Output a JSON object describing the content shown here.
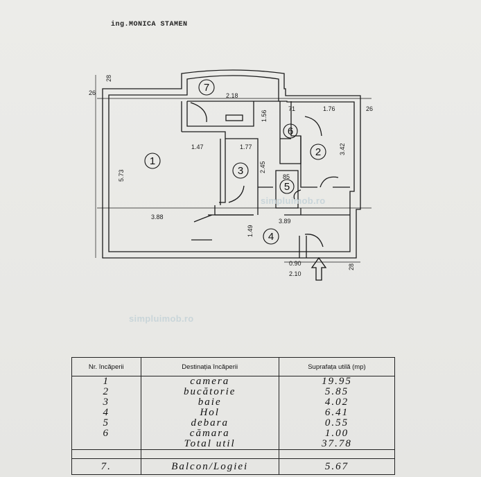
{
  "header": {
    "author": "ing.MONICA STAMEN"
  },
  "watermarks": [
    "simpluimob.ro",
    "simpluimob.ro"
  ],
  "plan": {
    "dimensions": [
      "28",
      "26",
      "2.18",
      "1.56",
      "71",
      "1.76",
      "26",
      "5.73",
      "1.47",
      "1.77",
      "2.45",
      "3.42",
      "85",
      "3.88",
      "3.89",
      "1.49",
      "0.90",
      "2.10",
      "28"
    ],
    "room_numbers": [
      "1",
      "2",
      "3",
      "4",
      "5",
      "6",
      "7"
    ],
    "entrance_icon": "arrow-up-icon"
  },
  "table": {
    "headers": [
      "Nr. încăperii",
      "Destinația încăperii",
      "Suprafața utilă (mp)"
    ],
    "rows": [
      {
        "nr": "1",
        "name": "camera",
        "area": "19.95"
      },
      {
        "nr": "2",
        "name": "bucătorie",
        "area": "5.85"
      },
      {
        "nr": "3",
        "name": "baie",
        "area": "4.02"
      },
      {
        "nr": "4",
        "name": "Hol",
        "area": "6.41"
      },
      {
        "nr": "5",
        "name": "debara",
        "area": "0.55"
      },
      {
        "nr": "6",
        "name": "cămara",
        "area": "1.00"
      },
      {
        "nr": "",
        "name": "Total util",
        "area": "37.78"
      }
    ],
    "balcony": {
      "nr": "7.",
      "name": "Balcon/Logiei",
      "area": "5.67"
    }
  }
}
